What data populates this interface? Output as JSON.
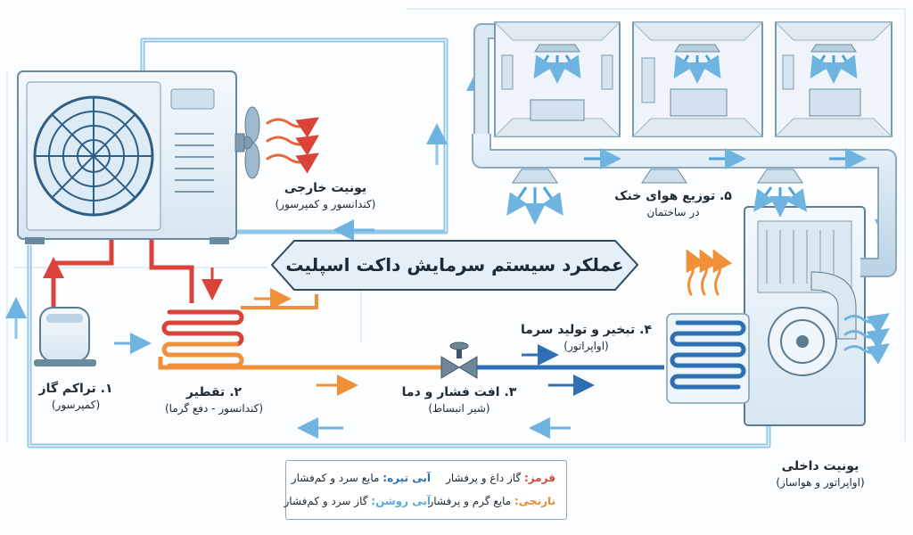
{
  "title": "عملکرد سیستم سرمایش داکت اسپلیت",
  "labels": {
    "outdoor": {
      "main": "یونیت خارجی",
      "sub": "(کندانسور و کمپرسور)"
    },
    "indoor": {
      "main": "یونیت داخلی",
      "sub": "(اواپراتور و هواساز)"
    },
    "step1": {
      "main": "۱. تراکم گاز",
      "sub": "(کمپرسور)"
    },
    "step2": {
      "main": "۲. تقطیر",
      "sub": "(کندانسور - دفع گرما)"
    },
    "step3": {
      "main": "۳. افت فشار و دما",
      "sub": "(شیر انبساط)"
    },
    "step4": {
      "main": "۴. تبخیر و تولید سرما",
      "sub": "(اواپراتور)"
    },
    "step5": {
      "main": "۵. توزیع هوای خنک",
      "sub": "در ساختمان"
    }
  },
  "legend": {
    "red": {
      "key": "قرمز:",
      "text": "گاز داغ و پرفشار"
    },
    "orange": {
      "key": "نارنجی:",
      "text": "مایع گرم و پرفشار"
    },
    "darkblue": {
      "key": "آبی تیره:",
      "text": "مایع سرد و کم‌فشار"
    },
    "lightblue": {
      "key": "آبی روشن:",
      "text": "گاز سرد و کم‌فشار"
    }
  },
  "colors": {
    "red": "#d9433a",
    "orange": "#f0913a",
    "darkblue": "#2f6fb4",
    "lightblue": "#8fc6e8",
    "duct": "#cfe1ee"
  }
}
